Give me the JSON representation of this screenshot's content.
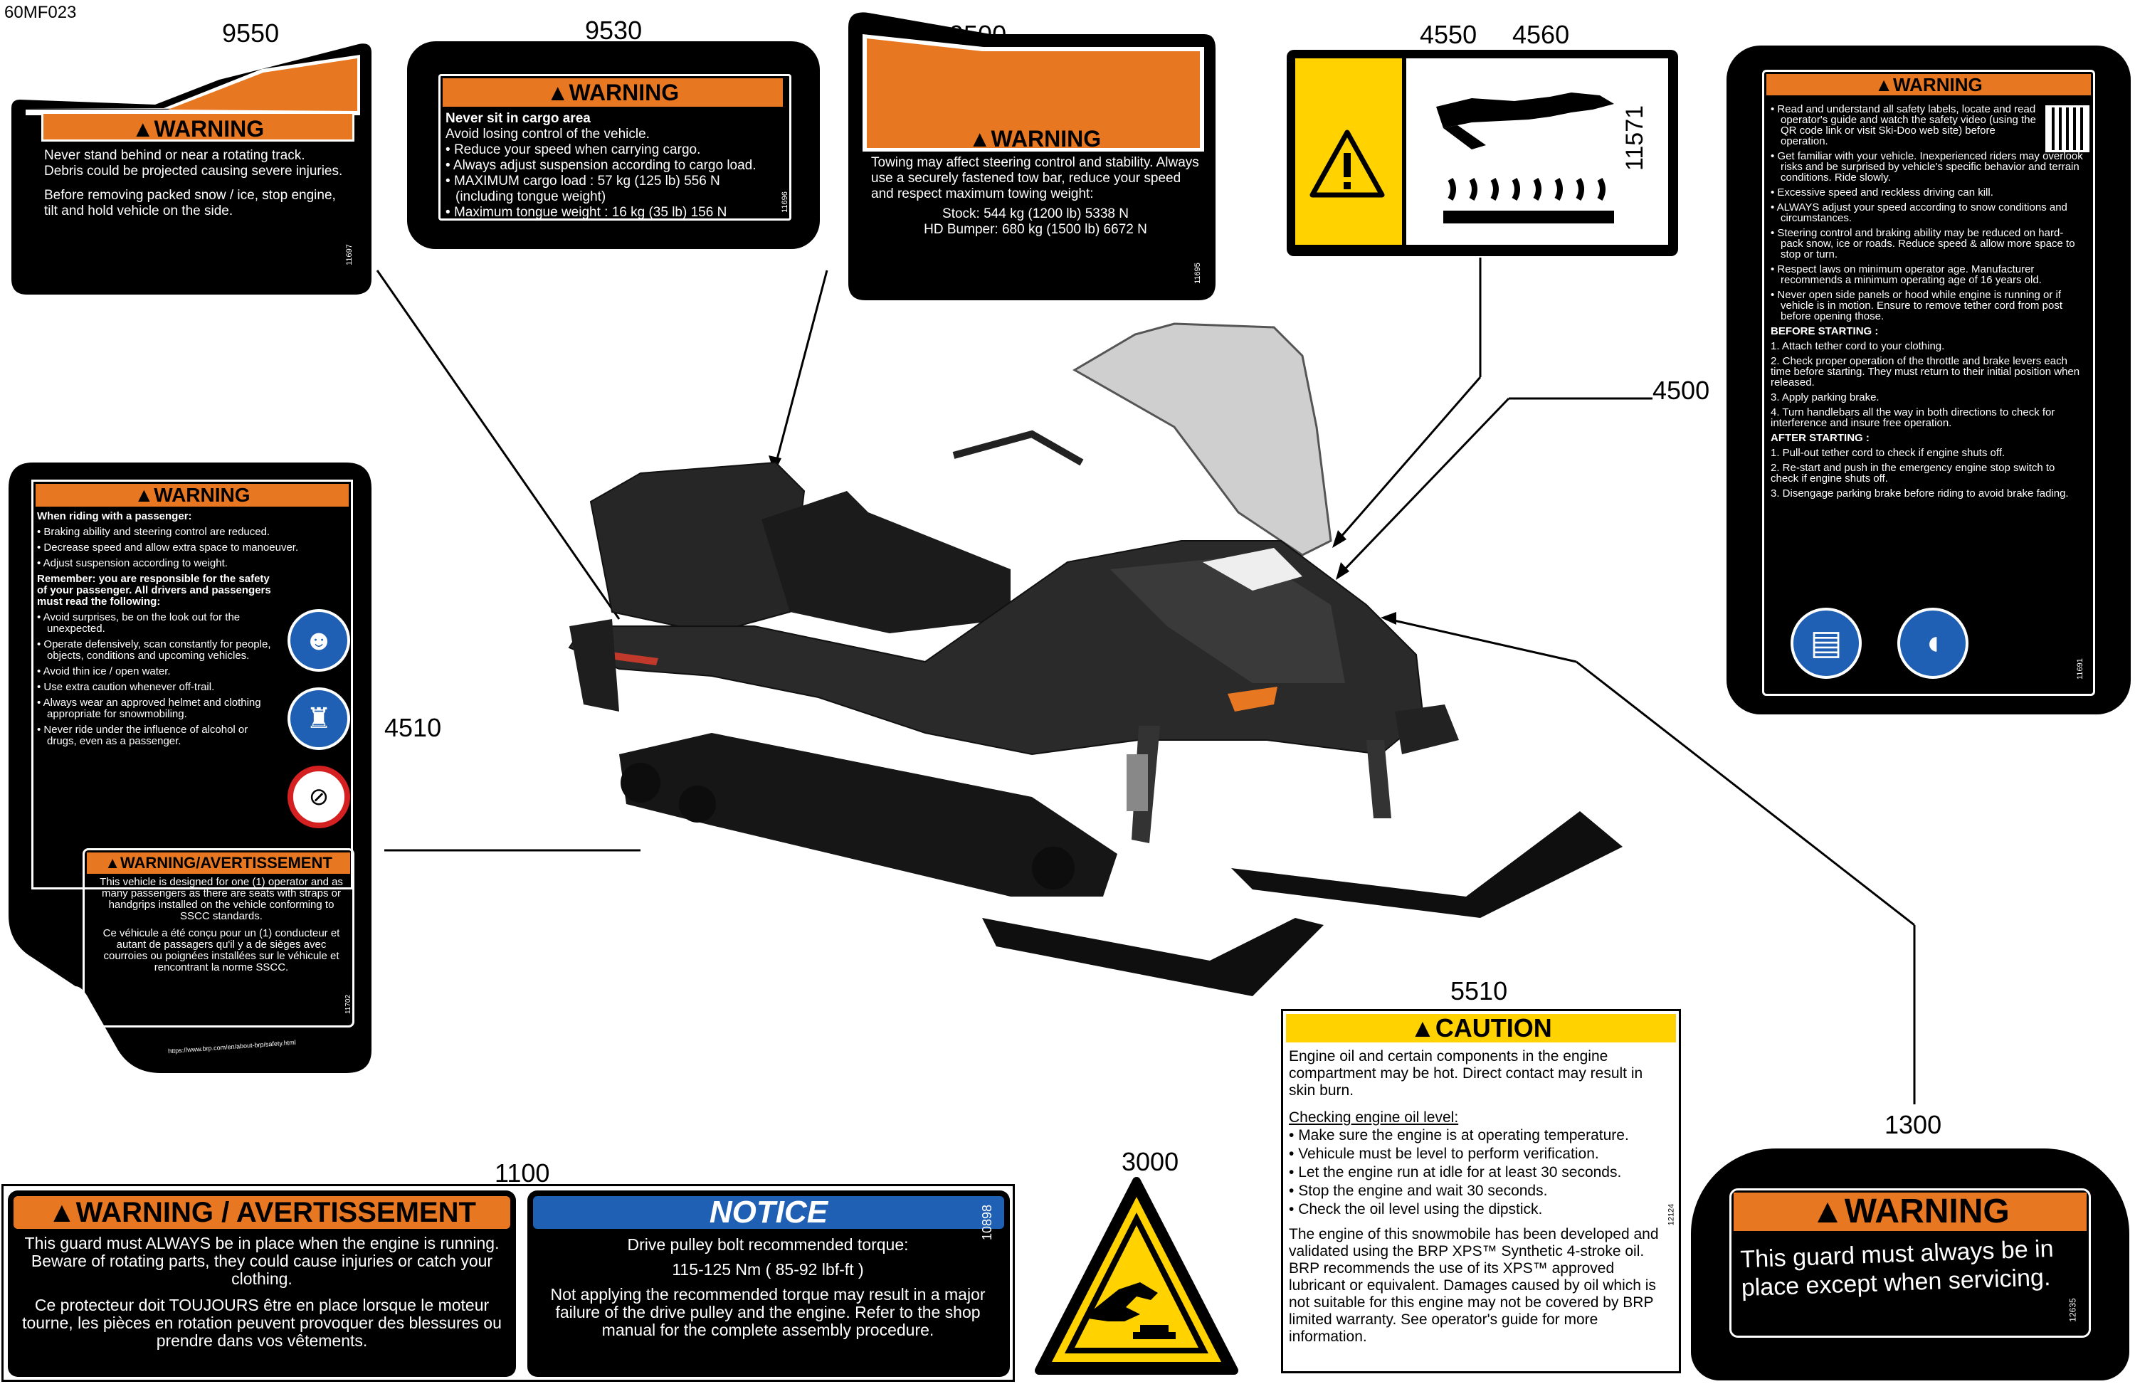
{
  "figure_code": "60MF023",
  "callouts": {
    "c9550": "9550",
    "c9530": "9530",
    "c9500": "9500",
    "c4550": "4550",
    "c4560": "4560",
    "c4500": "4500",
    "c4510": "4510",
    "c5510": "5510",
    "c1300": "1300",
    "c1100": "1100",
    "c3000": "3000"
  },
  "label_9550": {
    "title": "WARNING",
    "text1": "Never stand behind or near a rotating track. Debris could be projected causing severe injuries.",
    "text2": "Before removing packed snow / ice, stop engine, tilt and hold vehicle on the side.",
    "code": "11697"
  },
  "label_9530": {
    "title": "WARNING",
    "bold": "Never sit in cargo area",
    "line1": "Avoid losing control of the vehicle.",
    "items": [
      "Reduce your speed when carrying cargo.",
      "Always adjust suspension according to cargo load.",
      "MAXIMUM cargo load : 57 kg (125 lb) 556 N (including tongue weight)",
      "Maximum tongue weight : 16 kg (35 lb) 156 N"
    ],
    "code": "11696"
  },
  "label_9500": {
    "title": "WARNING",
    "text": "Towing may affect steering control and stability. Always use a securely fastened tow bar, reduce your speed and respect maximum towing weight:",
    "items": [
      "Stock: 544 kg (1200 lb) 5338 N",
      "HD Bumper: 680 kg (1500 lb) 6672 N"
    ],
    "code": "11695"
  },
  "label_4550": {
    "code": "11571"
  },
  "label_4500": {
    "title": "WARNING",
    "items": [
      "Read and understand all safety labels, locate and read operator's guide and watch the safety video (using the QR code link or visit Ski-Doo web site) before operation.",
      "Get familiar with your vehicle. Inexperienced riders may overlook risks and be surprised by vehicle's specific behavior and terrain conditions. Ride slowly.",
      "Excessive speed and reckless driving can kill.",
      "ALWAYS adjust your speed according to snow conditions and circumstances.",
      "Steering control and braking ability may be reduced on hard-pack snow, ice or roads. Reduce speed & allow more space to stop or turn.",
      "Respect laws on minimum operator age. Manufacturer recommends a minimum operating age of 16 years old.",
      "Never open side panels or hood while engine is running or if vehicle is in motion. Ensure to remove tether cord from post before opening those."
    ],
    "before_title": "BEFORE STARTING :",
    "before": [
      "1. Attach tether cord to your clothing.",
      "2. Check proper operation of the throttle and brake levers each time before starting. They must return to their initial position when released.",
      "3. Apply parking brake.",
      "4. Turn handlebars all the way in both directions to check for interference and insure free operation."
    ],
    "after_title": "AFTER STARTING :",
    "after": [
      "1. Pull-out tether cord to check if engine shuts off.",
      "2. Re-start and push in the emergency engine stop switch to check if engine shuts off.",
      "3. Disengage parking brake before riding to avoid brake fading."
    ],
    "code": "11691"
  },
  "label_4510": {
    "title": "WARNING",
    "intro": "When riding with a passenger:",
    "items1": [
      "Braking ability and steering control are reduced.",
      "Decrease speed and allow extra space to manoeuver.",
      "Adjust suspension according to weight."
    ],
    "remember": "Remember: you are responsible for the safety of your passenger. All drivers and passengers must read the following:",
    "items2": [
      "Avoid surprises, be on the look out for the unexpected.",
      "Operate defensively, scan constantly for people, objects, conditions and upcoming vehicles.",
      "Avoid thin ice / open water.",
      "Use extra caution whenever off-trail.",
      "Always wear an approved helmet and clothing appropriate for snowmobiling.",
      "Never ride under the influence of alcohol or drugs, even as a passenger."
    ],
    "title2": "WARNING/AVERTISSEMENT",
    "en": "This vehicle is designed for one (1) operator and as many passengers as there are seats with straps or handgrips installed on the vehicle conforming to SSCC standards.",
    "fr": "Ce véhicule a été conçu pour un (1) conducteur et autant de passagers qu'il y a de sièges avec courroies ou poignées installées sur le véhicule et rencontrant la norme SSCC.",
    "url": "https://www.brp.com/en/about-brp/safety.html",
    "code": "11702"
  },
  "label_5510": {
    "title": "CAUTION",
    "p1": "Engine oil and certain components in the engine compartment may be hot. Direct contact may result in skin burn.",
    "sub": "Checking engine oil level:",
    "items": [
      "Make sure the engine is at operating temperature.",
      "Vehicule must be level to perform verification.",
      "Let the engine run at idle for at least 30 seconds.",
      "Stop the engine and wait 30 seconds.",
      "Check the oil level using the dipstick."
    ],
    "p2": "The engine of this snowmobile has been developed and validated using the BRP XPS™ Synthetic 4-stroke oil. BRP recommends the use of its XPS™ approved lubricant or equivalent. Damages caused by oil which is not suitable for this engine may not be covered by BRP limited warranty. See operator's guide for more information.",
    "code": "12124"
  },
  "label_1300": {
    "title": "WARNING",
    "text": "This guard must always be in place except when servicing.",
    "code": "12635"
  },
  "label_1100": {
    "warn_title": "WARNING / AVERTISSEMENT",
    "warn_en": "This guard must ALWAYS be in place when the engine is running. Beware of rotating parts, they could cause injuries or catch your clothing.",
    "warn_fr": "Ce protecteur doit TOUJOURS être en place lorsque le moteur tourne, les pièces en rotation peuvent provoquer des blessures ou prendre dans vos vêtements.",
    "notice_title": "NOTICE",
    "notice1": "Drive pulley bolt recommended torque:",
    "notice2": "115-125 Nm ( 85-92 lbf-ft )",
    "notice3": "Not applying the recommended torque may result in a major failure of the drive pulley and the engine. Refer to the shop manual for the complete assembly procedure.",
    "code": "10898"
  },
  "colors": {
    "orange": "#e87722",
    "yellow": "#ffd200",
    "blue": "#1f5fb4",
    "black": "#000000"
  }
}
